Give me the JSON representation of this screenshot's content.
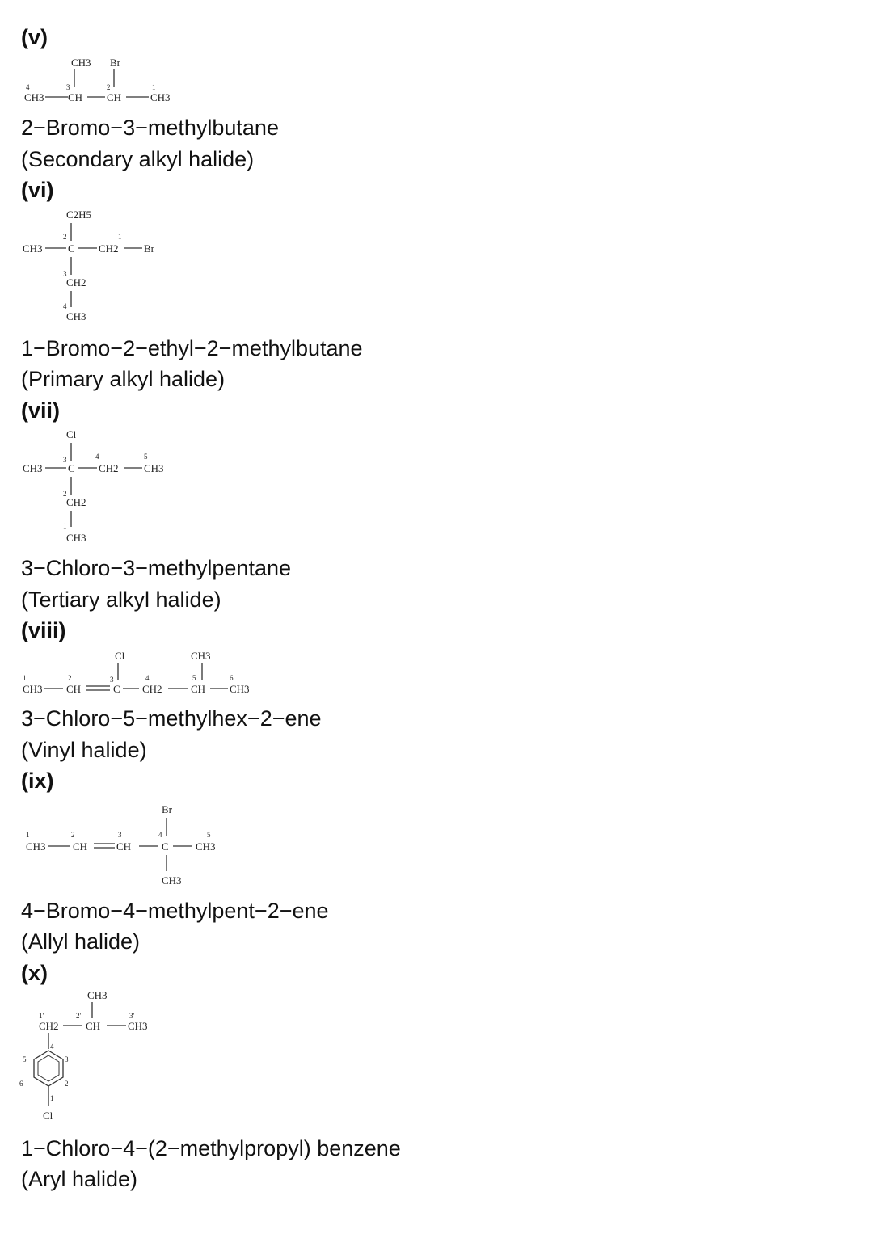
{
  "items": [
    {
      "label": "(v)",
      "name": "2−Bromo−3−methylbutane",
      "kind": "(Secondary alkyl halide)",
      "atoms": [
        "CH3",
        "Br",
        "CH3",
        "CH",
        "CH",
        "CH3"
      ],
      "nums": [
        "4",
        "3",
        "2",
        "1"
      ]
    },
    {
      "label": "(vi)",
      "name": "1−Bromo−2−ethyl−2−methylbutane",
      "kind": "(Primary alkyl halide)",
      "atoms": [
        "C2H5",
        "CH3",
        "C",
        "CH2",
        "Br",
        "CH2",
        "CH3"
      ],
      "nums": [
        "2",
        "1",
        "3",
        "4"
      ]
    },
    {
      "label": "(vii)",
      "name": "3−Chloro−3−methylpentane",
      "kind": "(Tertiary alkyl halide)",
      "atoms": [
        "Cl",
        "CH3",
        "C",
        "CH2",
        "CH3",
        "CH2",
        "CH3"
      ],
      "nums": [
        "3",
        "4",
        "5",
        "2",
        "1"
      ]
    },
    {
      "label": "(viii)",
      "name": "3−Chloro−5−methylhex−2−ene",
      "kind": "(Vinyl halide)",
      "atoms": [
        "Cl",
        "CH3",
        "CH3",
        "CH",
        "C",
        "CH2",
        "CH",
        "CH3"
      ],
      "nums": [
        "1",
        "2",
        "3",
        "4",
        "5",
        "6"
      ]
    },
    {
      "label": "(ix)",
      "name": "4−Bromo−4−methylpent−2−ene",
      "kind": "(Allyl halide)",
      "atoms": [
        "Br",
        "CH3",
        "CH",
        "CH",
        "C",
        "CH3",
        "CH3"
      ],
      "nums": [
        "1",
        "2",
        "3",
        "4",
        "5"
      ]
    },
    {
      "label": "(x)",
      "name": "1−Chloro−4−(2−methylpropyl) benzene",
      "kind": "(Aryl halide)",
      "atoms": [
        "CH3",
        "CH2",
        "CH",
        "CH3",
        "Cl"
      ],
      "nums": [
        "1'",
        "2'",
        "3'",
        "4",
        "5",
        "3",
        "6",
        "2",
        "1"
      ]
    }
  ]
}
